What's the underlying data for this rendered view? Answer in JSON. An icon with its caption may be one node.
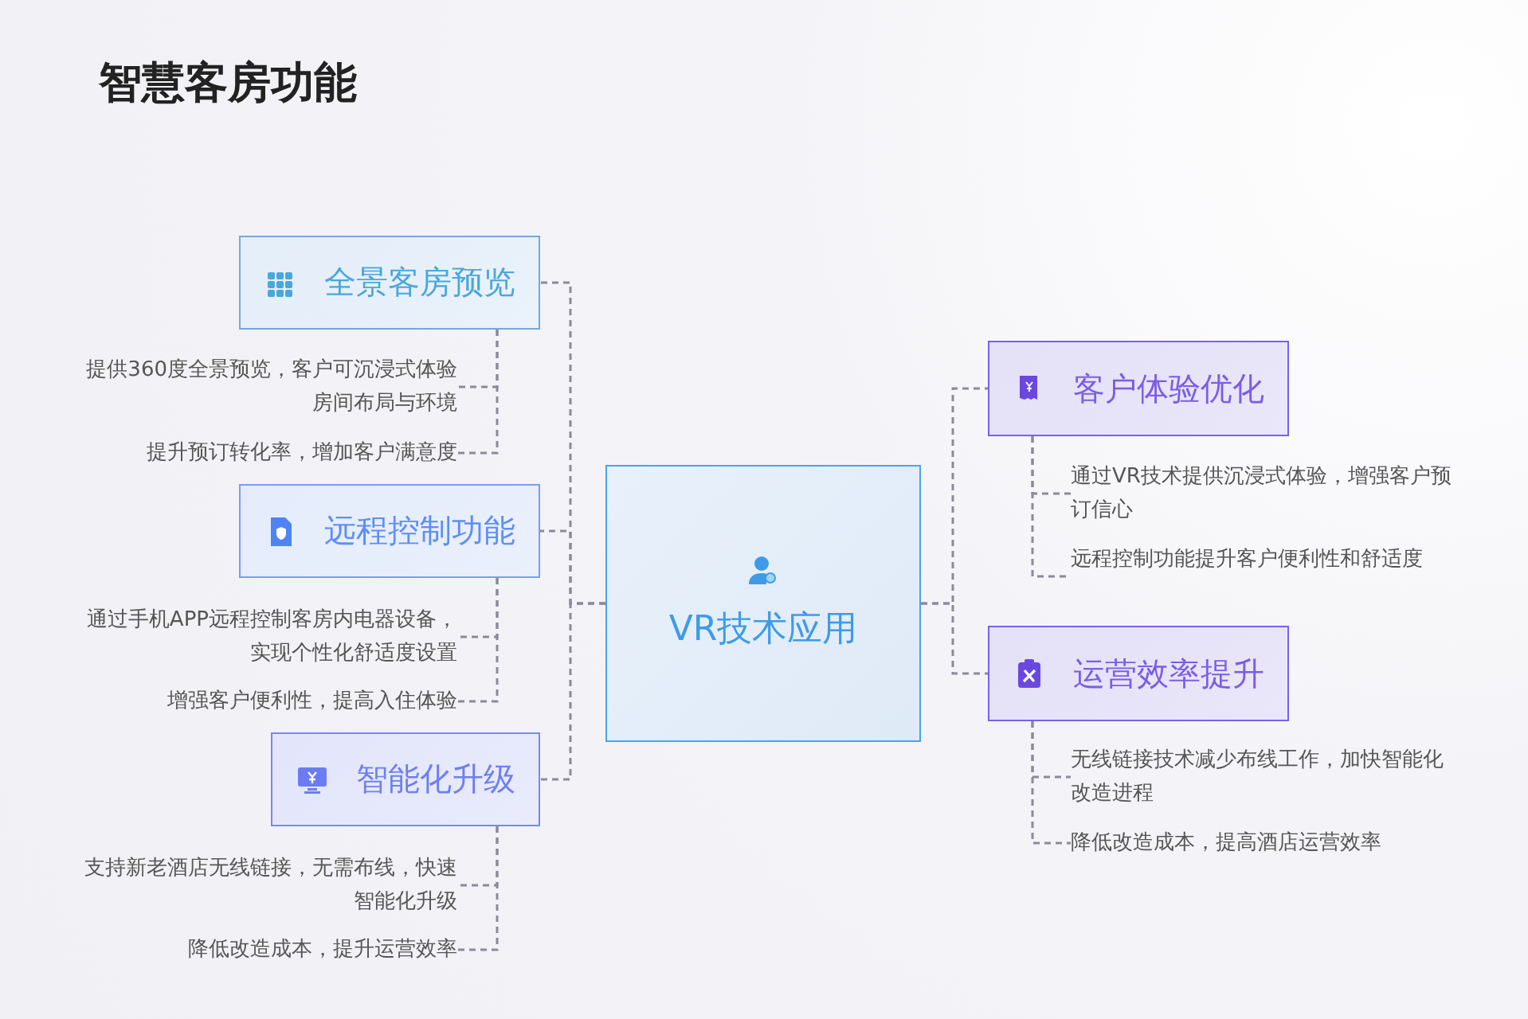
{
  "diagram": {
    "title": "智慧客房功能",
    "nodes": [
      {
        "text": [
          "VR技术应用"
        ]
      },
      {
        "text": [
          "全景客房预览"
        ]
      },
      {
        "text": [
          "远程控制功能"
        ]
      },
      {
        "text": [
          "智能化升级"
        ]
      },
      {
        "text": [
          "客户体验优化"
        ]
      },
      {
        "text": [
          "运营效率提升"
        ]
      },
      {
        "text": [
          "提供360度全景预览，客户可沉浸式体验房间布局与环境"
        ]
      },
      {
        "text": [
          "提升预订转化率，增加客户满意度"
        ]
      },
      {
        "text": [
          "通过手机APP远程控制客房内电器设备，实现个性化舒适度设置"
        ]
      },
      {
        "text": [
          "增强客户便利性，提高入住体验"
        ]
      },
      {
        "text": [
          "支持新老酒店无线链接，无需布线，快速智能化升级"
        ]
      },
      {
        "text": [
          "降低改造成本，提升运营效率"
        ]
      },
      {
        "text": [
          "通过VR技术提供沉浸式体验，增强客户预订信心"
        ]
      },
      {
        "text": [
          "远程控制功能提升客户便利性和舒适度"
        ]
      },
      {
        "text": [
          "无线链接技术减少布线工作，加快智能化改造进程"
        ]
      },
      {
        "text": [
          "降低改造成本，提高酒店运营效率"
        ]
      }
    ],
    "edges": [
      {
        "from": 0,
        "to": 1,
        "arrow": "none",
        "style": "dashed"
      },
      {
        "from": 0,
        "to": 2,
        "arrow": "none",
        "style": "dashed"
      },
      {
        "from": 0,
        "to": 3,
        "arrow": "none",
        "style": "dashed"
      },
      {
        "from": 0,
        "to": 4,
        "arrow": "none",
        "style": "dashed"
      },
      {
        "from": 0,
        "to": 5,
        "arrow": "none",
        "style": "dashed"
      },
      {
        "from": 1,
        "to": 6,
        "arrow": "none",
        "style": "dashed"
      },
      {
        "from": 1,
        "to": 7,
        "arrow": "none",
        "style": "dashed"
      },
      {
        "from": 2,
        "to": 8,
        "arrow": "none",
        "style": "dashed"
      },
      {
        "from": 2,
        "to": 9,
        "arrow": "none",
        "style": "dashed"
      },
      {
        "from": 3,
        "to": 10,
        "arrow": "none",
        "style": "dashed"
      },
      {
        "from": 3,
        "to": 11,
        "arrow": "none",
        "style": "dashed"
      },
      {
        "from": 4,
        "to": 12,
        "arrow": "none",
        "style": "dashed"
      },
      {
        "from": 4,
        "to": 13,
        "arrow": "none",
        "style": "dashed"
      },
      {
        "from": 5,
        "to": 14,
        "arrow": "none",
        "style": "dashed"
      },
      {
        "from": 5,
        "to": 15,
        "arrow": "none",
        "style": "dashed"
      }
    ]
  }
}
